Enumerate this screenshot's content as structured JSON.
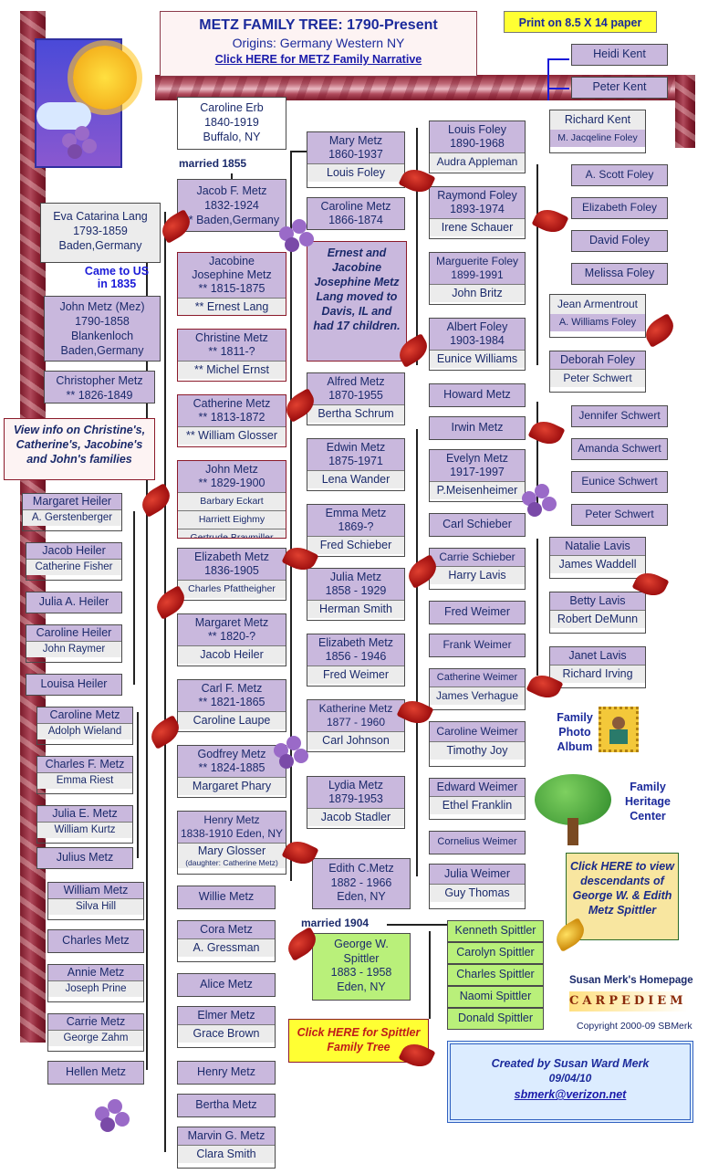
{
  "header": {
    "title": "METZ FAMILY TREE: 1790-Present",
    "origins": "Origins:  Germany   Western NY",
    "narrative_link": "Click HERE for METZ Family Narrative"
  },
  "print_note": "Print on 8.5 X 14 paper",
  "notes": {
    "married_1855": "married 1855",
    "married_1904": "married 1904",
    "came_to_us": "Came to US  in 1835",
    "ernest_note": "Ernest and Jacobine Josephine Metz Lang moved to Davis, IL and had 17 children.",
    "view_info": "View info on Christine's, Catherine's, Jacobine's and John's families",
    "family_photo": "Family Photo Album",
    "heritage": "Family Heritage Center",
    "george_link": "Click HERE to view descendants of George W. & Edith Metz Spittler",
    "homepage": "Susan Merk's Homepage",
    "carpediem": "CARPEDIEM",
    "copyright": "Copyright 2000-09 SBMerk",
    "spittler_link": "Click HERE for Spittler Family Tree",
    "created_by": "Created by Susan Ward Merk",
    "created_date": "09/04/10",
    "email": "sbmerk@verizon.net"
  },
  "people": {
    "caroline_erb": "Caroline Erb\n1840-1919\nBuffalo, NY",
    "eva": "Eva Catarina Lang\n1793-1859\nBaden,Germany",
    "john_mez": "John Metz (Mez)\n1790-1858\nBlankenloch\nBaden,Germany",
    "christopher": "Christopher Metz\n** 1826-1849",
    "jacob_f": "Jacob F. Metz\n1832-1924\n** Baden,Germany",
    "jacobine": "Jacobine\nJosephine Metz\n** 1815-1875",
    "ernest": "** Ernest Lang",
    "christine": "Christine Metz\n** 1811-?",
    "michel": "** Michel Ernst",
    "catherine": "Catherine Metz\n** 1813-1872",
    "william_g": "** William Glosser",
    "john_1829": "John Metz\n** 1829-1900",
    "barbary": "Barbary Eckart",
    "harriett": "Harriett Eighmy",
    "gertrude": "Gertrude Braymiller",
    "elizabeth_1836": "Elizabeth Metz\n1836-1905",
    "charles_pf": "Charles Pfattheigher",
    "margaret_1820": "Margaret Metz\n** 1820-?",
    "jacob_heiler": "Jacob Heiler",
    "carl_f": "Carl F. Metz\n** 1821-1865",
    "caroline_laupe": "Caroline Laupe",
    "godfrey": "Godfrey Metz\n** 1824-1885",
    "margaret_phary": "Margaret Phary",
    "henry_1838": "Henry Metz\n1838-1910 Eden, NY",
    "mary_glosser": "Mary Glosser",
    "mary_glosser_note": "(daughter: Catherine Metz)",
    "mary_metz": "Mary Metz\n1860-1937",
    "louis_foley": "Louis Foley",
    "caroline_1866": "Caroline Metz\n1866-1874",
    "alfred": "Alfred Metz\n1870-1955",
    "bertha_schrum": "Bertha Schrum",
    "edwin": "Edwin Metz\n1875-1971",
    "lena": "Lena Wander",
    "emma": "Emma Metz\n1869-?",
    "fred_schieber": "Fred Schieber",
    "julia_1858": "Julia Metz\n1858 - 1929",
    "herman": "Herman Smith",
    "elizabeth_1856": "Elizabeth Metz\n1856 - 1946",
    "fred_weimer": "Fred Weimer",
    "katherine": "Katherine Metz\n1877 - 1960",
    "carl_johnson": "Carl Johnson",
    "lydia": "Lydia Metz\n1879-1953",
    "jacob_stadler": "Jacob Stadler",
    "edith": "Edith C.Metz\n1882 - 1966\nEden, NY",
    "george": "George W.\nSpittler\n1883 - 1958\nEden, NY",
    "louis_1890": "Louis Foley\n1890-1968",
    "audra": "Audra Appleman",
    "raymond": "Raymond Foley\n1893-1974",
    "irene": "Irene Schauer",
    "marguerite": "Marguerite Foley\n1899-1991",
    "john_britz": "John Britz",
    "albert": "Albert Foley\n1903-1984",
    "eunice_w": "Eunice Williams",
    "howard": "Howard Metz",
    "irwin": "Irwin Metz",
    "evelyn": "Evelyn Metz\n1917-1997",
    "pmeisen": "P.Meisenheimer",
    "carl_schieber": "Carl Schieber",
    "carrie_schieber": "Carrie Schieber",
    "harry": "Harry Lavis",
    "fred_weimer2": "Fred Weimer",
    "frank": "Frank Weimer",
    "catherine_weimer": "Catherine Weimer",
    "james_v": "James Verhague",
    "caroline_weimer": "Caroline Weimer",
    "timothy": "Timothy Joy",
    "edward": "Edward Weimer",
    "ethel": "Ethel Franklin",
    "cornelius": "Cornelius Weimer",
    "julia_weimer": "Julia Weimer",
    "guy": "Guy Thomas",
    "heidi": "Heidi Kent",
    "peter_kent": "Peter Kent",
    "richard_kent": "Richard Kent",
    "mjacq": "M. Jacqeline Foley",
    "scott": "A. Scott Foley",
    "elizabeth_f": "Elizabeth Foley",
    "david": "David Foley",
    "melissa": "Melissa Foley",
    "jean": "Jean Armentrout",
    "awilliams": "A. Williams Foley",
    "deborah": "Deborah Foley",
    "peter_schwert": "Peter Schwert",
    "jennifer": "Jennifer Schwert",
    "amanda": "Amanda Schwert",
    "eunice_s": "Eunice Schwert",
    "peter_s2": "Peter Schwert",
    "natalie": "Natalie Lavis",
    "james_w": "James Waddell",
    "betty": "Betty Lavis",
    "robert": "Robert DeMunn",
    "janet": "Janet Lavis",
    "richard_irving": "Richard Irving",
    "margaret_heiler": "Margaret Heiler",
    "gerstenberger": "A. Gerstenberger",
    "jacob_heiler2": "Jacob Heiler",
    "catherine_fisher": "Catherine Fisher",
    "julia_heiler": "Julia A. Heiler",
    "caroline_heiler": "Caroline Heiler",
    "john_raymer": "John Raymer",
    "louisa": "Louisa Heiler",
    "caroline_metz_l": "Caroline Metz",
    "adolph": "Adolph Wieland",
    "charles_f": "Charles F. Metz",
    "emma_riest": "Emma Riest",
    "julia_e": "Julia E. Metz",
    "william_kurtz": "William Kurtz",
    "julius": "Julius Metz",
    "william_m": "William Metz",
    "silva": "Silva Hill",
    "charles_m": "Charles Metz",
    "annie": "Annie Metz",
    "joseph": "Joseph Prine",
    "carrie_m": "Carrie Metz",
    "george_zahm": "George Zahm",
    "hellen": "Hellen Metz",
    "willie": "Willie Metz",
    "cora": "Cora Metz",
    "gressman": "A. Gressman",
    "alice": "Alice Metz",
    "elmer": "Elmer Metz",
    "grace": "Grace Brown",
    "henry_m": "Henry Metz",
    "bertha_m": "Bertha Metz",
    "marvin": "Marvin G. Metz",
    "clara": "Clara Smith",
    "kenneth": "Kenneth Spittler",
    "carolyn": "Carolyn Spittler",
    "charles_s": "Charles Spittler",
    "naomi": "Naomi Spittler",
    "donald": "Donald Spittler"
  }
}
